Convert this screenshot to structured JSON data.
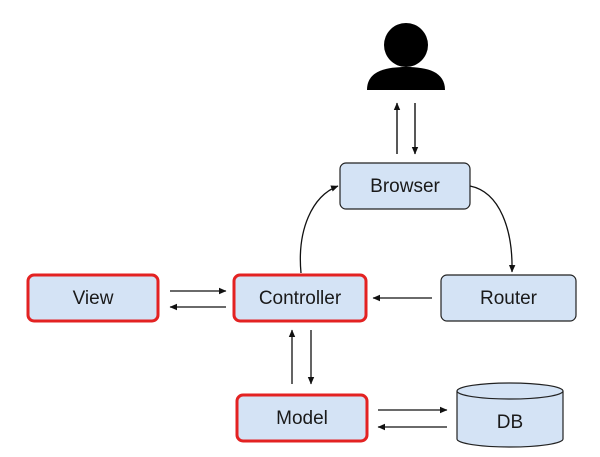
{
  "diagram": {
    "nodes": {
      "browser": {
        "label": "Browser"
      },
      "view": {
        "label": "View",
        "highlighted": true
      },
      "controller": {
        "label": "Controller",
        "highlighted": true
      },
      "router": {
        "label": "Router"
      },
      "model": {
        "label": "Model",
        "highlighted": true
      },
      "db": {
        "label": "DB",
        "shape": "cylinder"
      }
    },
    "user": {
      "icon": "user-icon"
    },
    "edges": [
      {
        "from": "user",
        "to": "browser"
      },
      {
        "from": "browser",
        "to": "user"
      },
      {
        "from": "browser",
        "to": "router",
        "style": "curved"
      },
      {
        "from": "router",
        "to": "controller"
      },
      {
        "from": "controller",
        "to": "browser",
        "style": "curved"
      },
      {
        "from": "view",
        "to": "controller"
      },
      {
        "from": "controller",
        "to": "view"
      },
      {
        "from": "controller",
        "to": "model"
      },
      {
        "from": "model",
        "to": "controller"
      },
      {
        "from": "model",
        "to": "db"
      },
      {
        "from": "db",
        "to": "model"
      }
    ],
    "colors": {
      "node_fill": "#d4e3f5",
      "node_stroke": "#222222",
      "highlight_stroke": "#e32222",
      "arrow": "#111111",
      "user_icon": "#000000"
    }
  }
}
